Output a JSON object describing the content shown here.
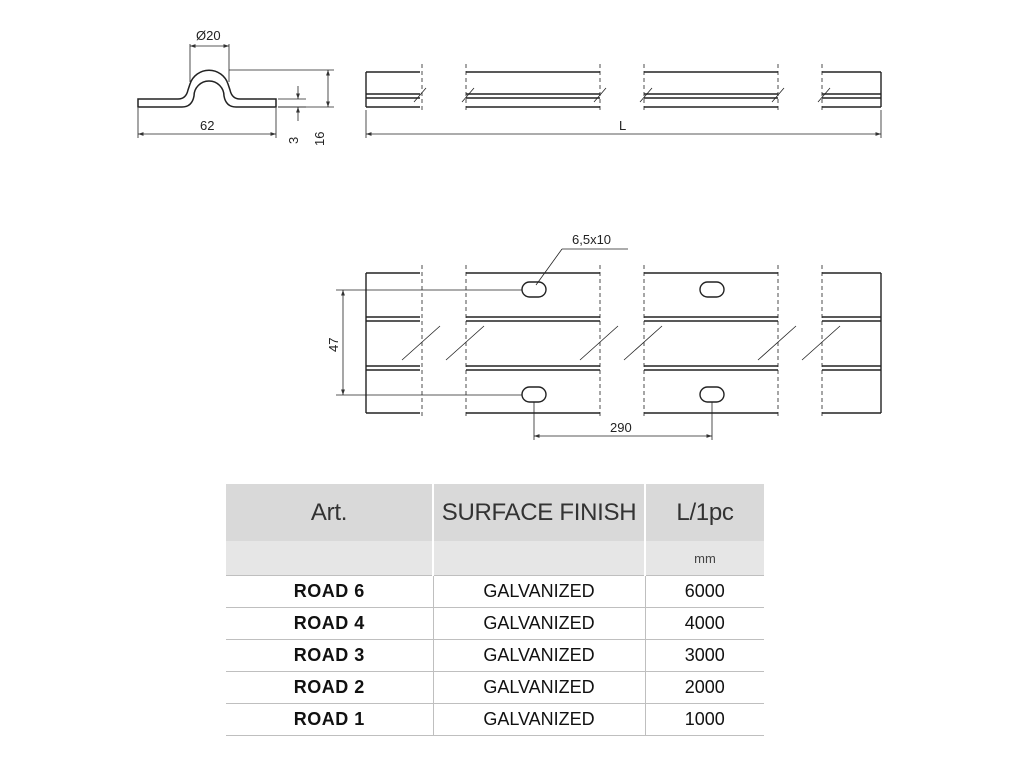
{
  "drawing": {
    "profile": {
      "diameter_label": "Ø20",
      "width_label": "62",
      "thickness_label": "3",
      "height_label": "16"
    },
    "side_view": {
      "length_label": "L"
    },
    "top_view": {
      "slot_label": "6,5x10",
      "spacing_label": "47",
      "pitch_label": "290"
    }
  },
  "table": {
    "headers": [
      "Art.",
      "SURFACE FINISH",
      "L/1pc"
    ],
    "units": [
      "",
      "",
      "mm"
    ],
    "rows": [
      [
        "ROAD 6",
        "GALVANIZED",
        "6000"
      ],
      [
        "ROAD 4",
        "GALVANIZED",
        "4000"
      ],
      [
        "ROAD 3",
        "GALVANIZED",
        "3000"
      ],
      [
        "ROAD 2",
        "GALVANIZED",
        "2000"
      ],
      [
        "ROAD 1",
        "GALVANIZED",
        "1000"
      ]
    ]
  }
}
